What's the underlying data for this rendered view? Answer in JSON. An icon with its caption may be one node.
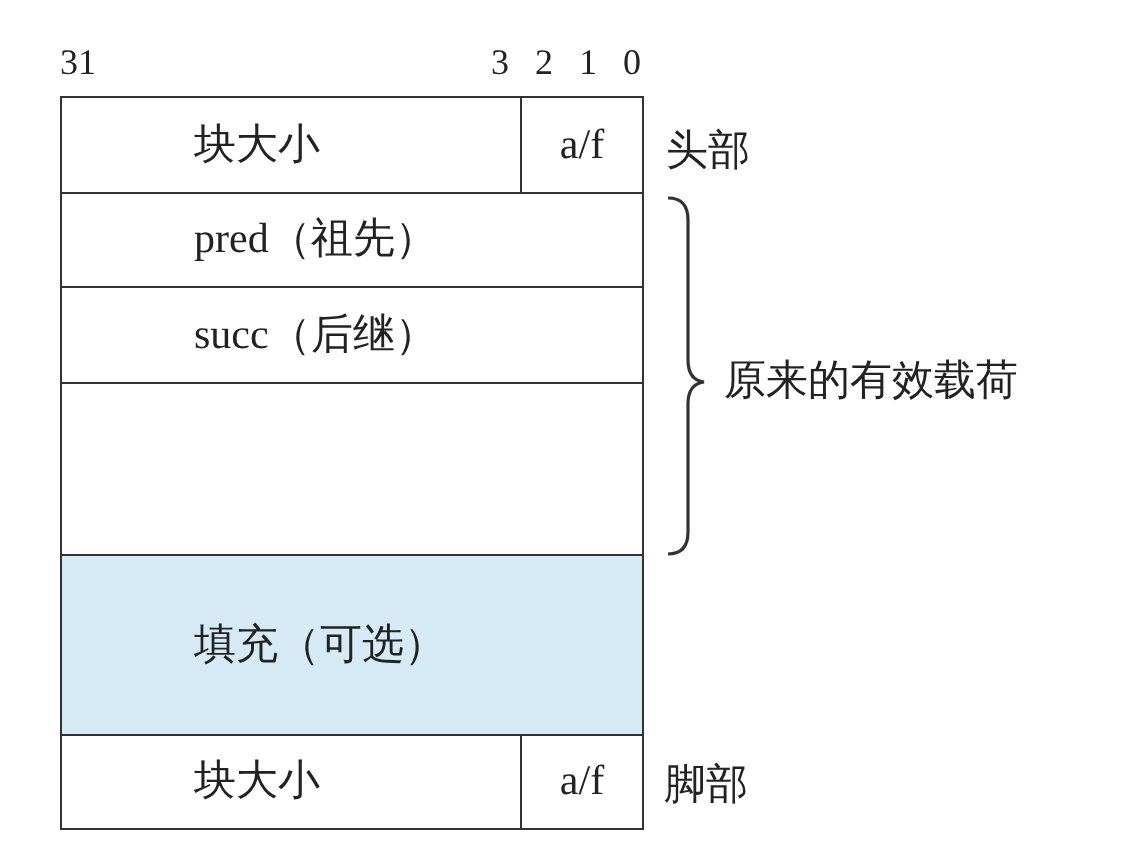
{
  "diagram": {
    "nodes": [
      {
        "text": [
          "块大小"
        ]
      },
      {
        "text": [
          "a/f"
        ]
      },
      {
        "text": [
          "pred（祖先）"
        ]
      },
      {
        "text": [
          "succ（后继）"
        ]
      },
      {
        "text": [],
        "shape": "box"
      },
      {
        "text": [
          "填充（可选）"
        ]
      },
      {
        "text": [
          "块大小"
        ]
      },
      {
        "text": [
          "a/f"
        ]
      }
    ],
    "edges": [],
    "labels": [
      "31",
      "3",
      "2",
      "1",
      "0",
      "头部",
      "原来的有效载荷",
      "脚部"
    ]
  }
}
